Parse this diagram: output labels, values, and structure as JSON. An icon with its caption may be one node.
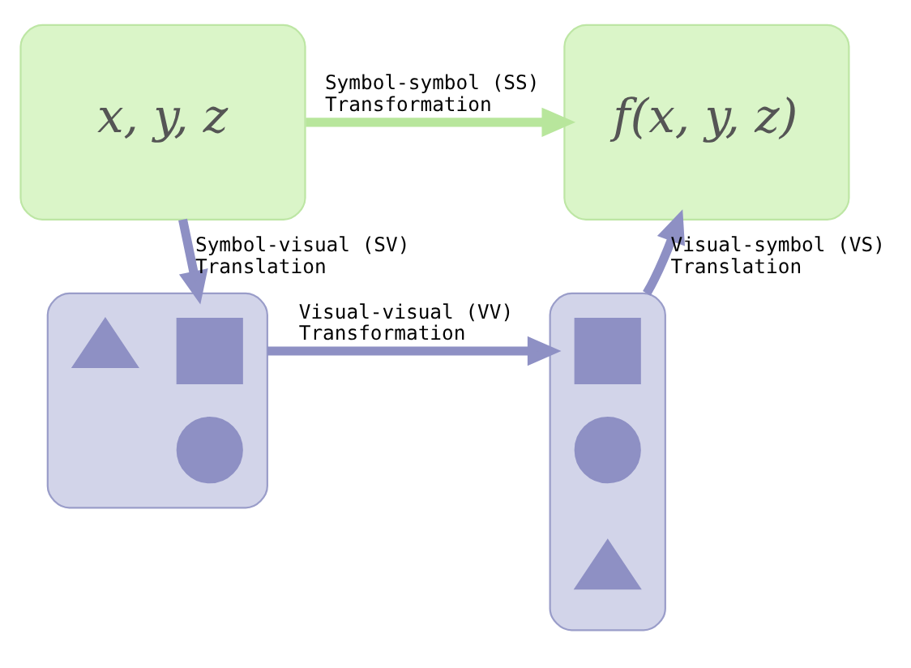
{
  "diagram": {
    "nodes": [
      {
        "text": [
          "x, y, z"
        ]
      },
      {
        "text": [
          "f(x, y, z)"
        ]
      },
      {
        "text": [],
        "shape": "box"
      },
      {
        "text": [],
        "shape": "box",
        "in": 2
      },
      {
        "text": [],
        "shape": "triangle",
        "in": 2
      },
      {
        "text": [],
        "shape": "circle",
        "in": 2
      },
      {
        "text": [],
        "shape": "box"
      },
      {
        "text": [],
        "shape": "box",
        "in": 6
      },
      {
        "text": [],
        "shape": "circle",
        "in": 6
      },
      {
        "text": [],
        "shape": "triangle",
        "in": 6
      }
    ],
    "edges": [
      {
        "from": 0,
        "to": 1,
        "arrow": "to",
        "label": "Symbol-symbol (SS) Transformation",
        "color": "#b8e69c"
      },
      {
        "from": 0,
        "to": 2,
        "arrow": "to",
        "label": "Symbol-visual (SV) Translation"
      },
      {
        "from": 2,
        "to": 6,
        "arrow": "to",
        "label": "Visual-visual (VV) Transformation"
      },
      {
        "from": 6,
        "to": 1,
        "arrow": "to",
        "label": "Visual-symbol (VS) Translation"
      }
    ]
  }
}
